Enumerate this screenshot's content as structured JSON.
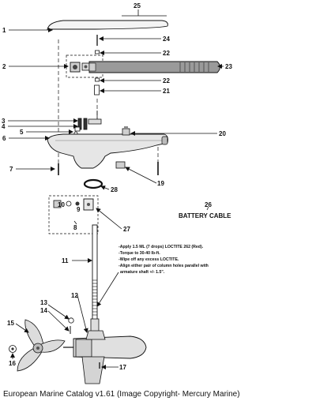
{
  "callouts": [
    "1",
    "2",
    "3",
    "4",
    "5",
    "6",
    "7",
    "8",
    "9",
    "10",
    "11",
    "12",
    "13",
    "14",
    "15",
    "16",
    "17",
    "19",
    "20",
    "21",
    "22",
    "22",
    "23",
    "24",
    "25",
    "26",
    "27",
    "28"
  ],
  "battery_cable_label": "BATTERY CABLE",
  "instructions": [
    "-Apply 1.5 ML (7 drops) LOCTITE 262 (Red).",
    "-Torque to 30-40 lb-ft.",
    "-Wipe off any excess LOCTITE.",
    "-Align either pair of column holes parallel with",
    "armature shaft +/- 1.5\"."
  ],
  "caption": "European Marine Catalog v1.61 (Image Copyright- Mercury Marine)"
}
